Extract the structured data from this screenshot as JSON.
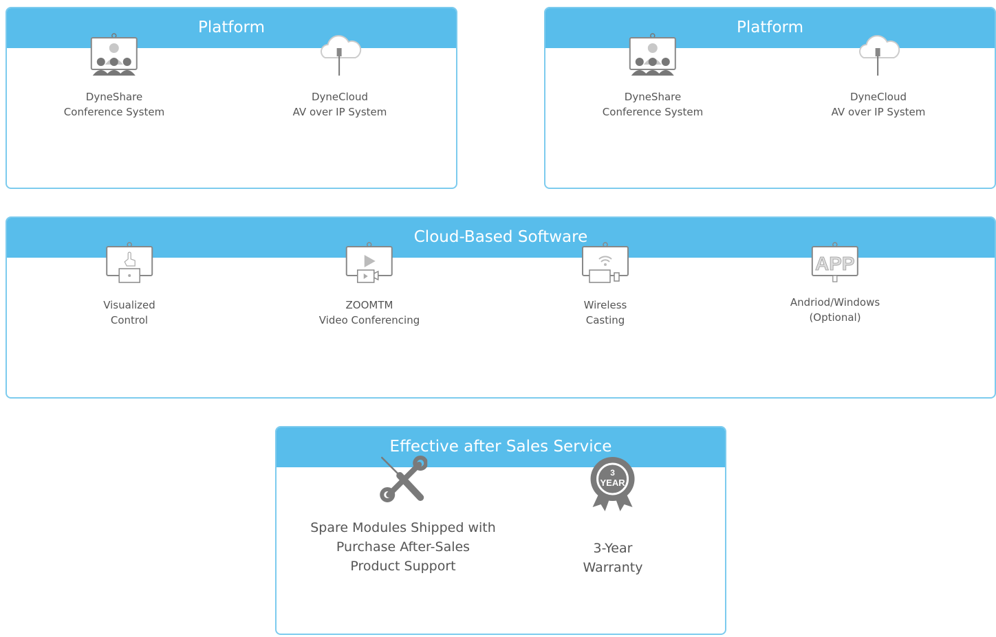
{
  "platform_left": {
    "title": "Platform",
    "items": [
      {
        "icon": "video-conference-icon",
        "line1": "DyneShare",
        "line2": "Conference System"
      },
      {
        "icon": "cloud-network-icon",
        "line1": "DyneCloud",
        "line2": "AV over IP System"
      }
    ]
  },
  "platform_right": {
    "title": "Platform",
    "items": [
      {
        "icon": "video-conference-icon",
        "line1": "DyneShare",
        "line2": "Conference System"
      },
      {
        "icon": "cloud-network-icon",
        "line1": "DyneCloud",
        "line2": "AV over IP System"
      }
    ]
  },
  "software": {
    "title": "Cloud-Based Software",
    "items": [
      {
        "icon": "touch-control-icon",
        "line1": "Visualized",
        "line2": "Control"
      },
      {
        "icon": "video-play-icon",
        "line1": "ZOOMTM",
        "line2": "Video Conferencing"
      },
      {
        "icon": "wireless-casting-icon",
        "line1": "Wireless",
        "line2": "Casting"
      },
      {
        "icon": "app-icon",
        "line1": "Andriod/Windows",
        "line2": "(Optional)",
        "app_text": "APP"
      }
    ]
  },
  "service": {
    "title": "Effective after Sales Service",
    "items": [
      {
        "icon": "tools-icon",
        "line1": "Spare Modules Shipped with",
        "line2": "Purchase After-Sales",
        "line3": "Product Support"
      },
      {
        "icon": "warranty-badge-icon",
        "line1": "3-Year",
        "line2": "Warranty",
        "badge_num": "3",
        "badge_word": "YEAR"
      }
    ]
  },
  "colors": {
    "header": "#58bdeb",
    "border": "#7ccbee",
    "icon": "#7a7a7a"
  }
}
